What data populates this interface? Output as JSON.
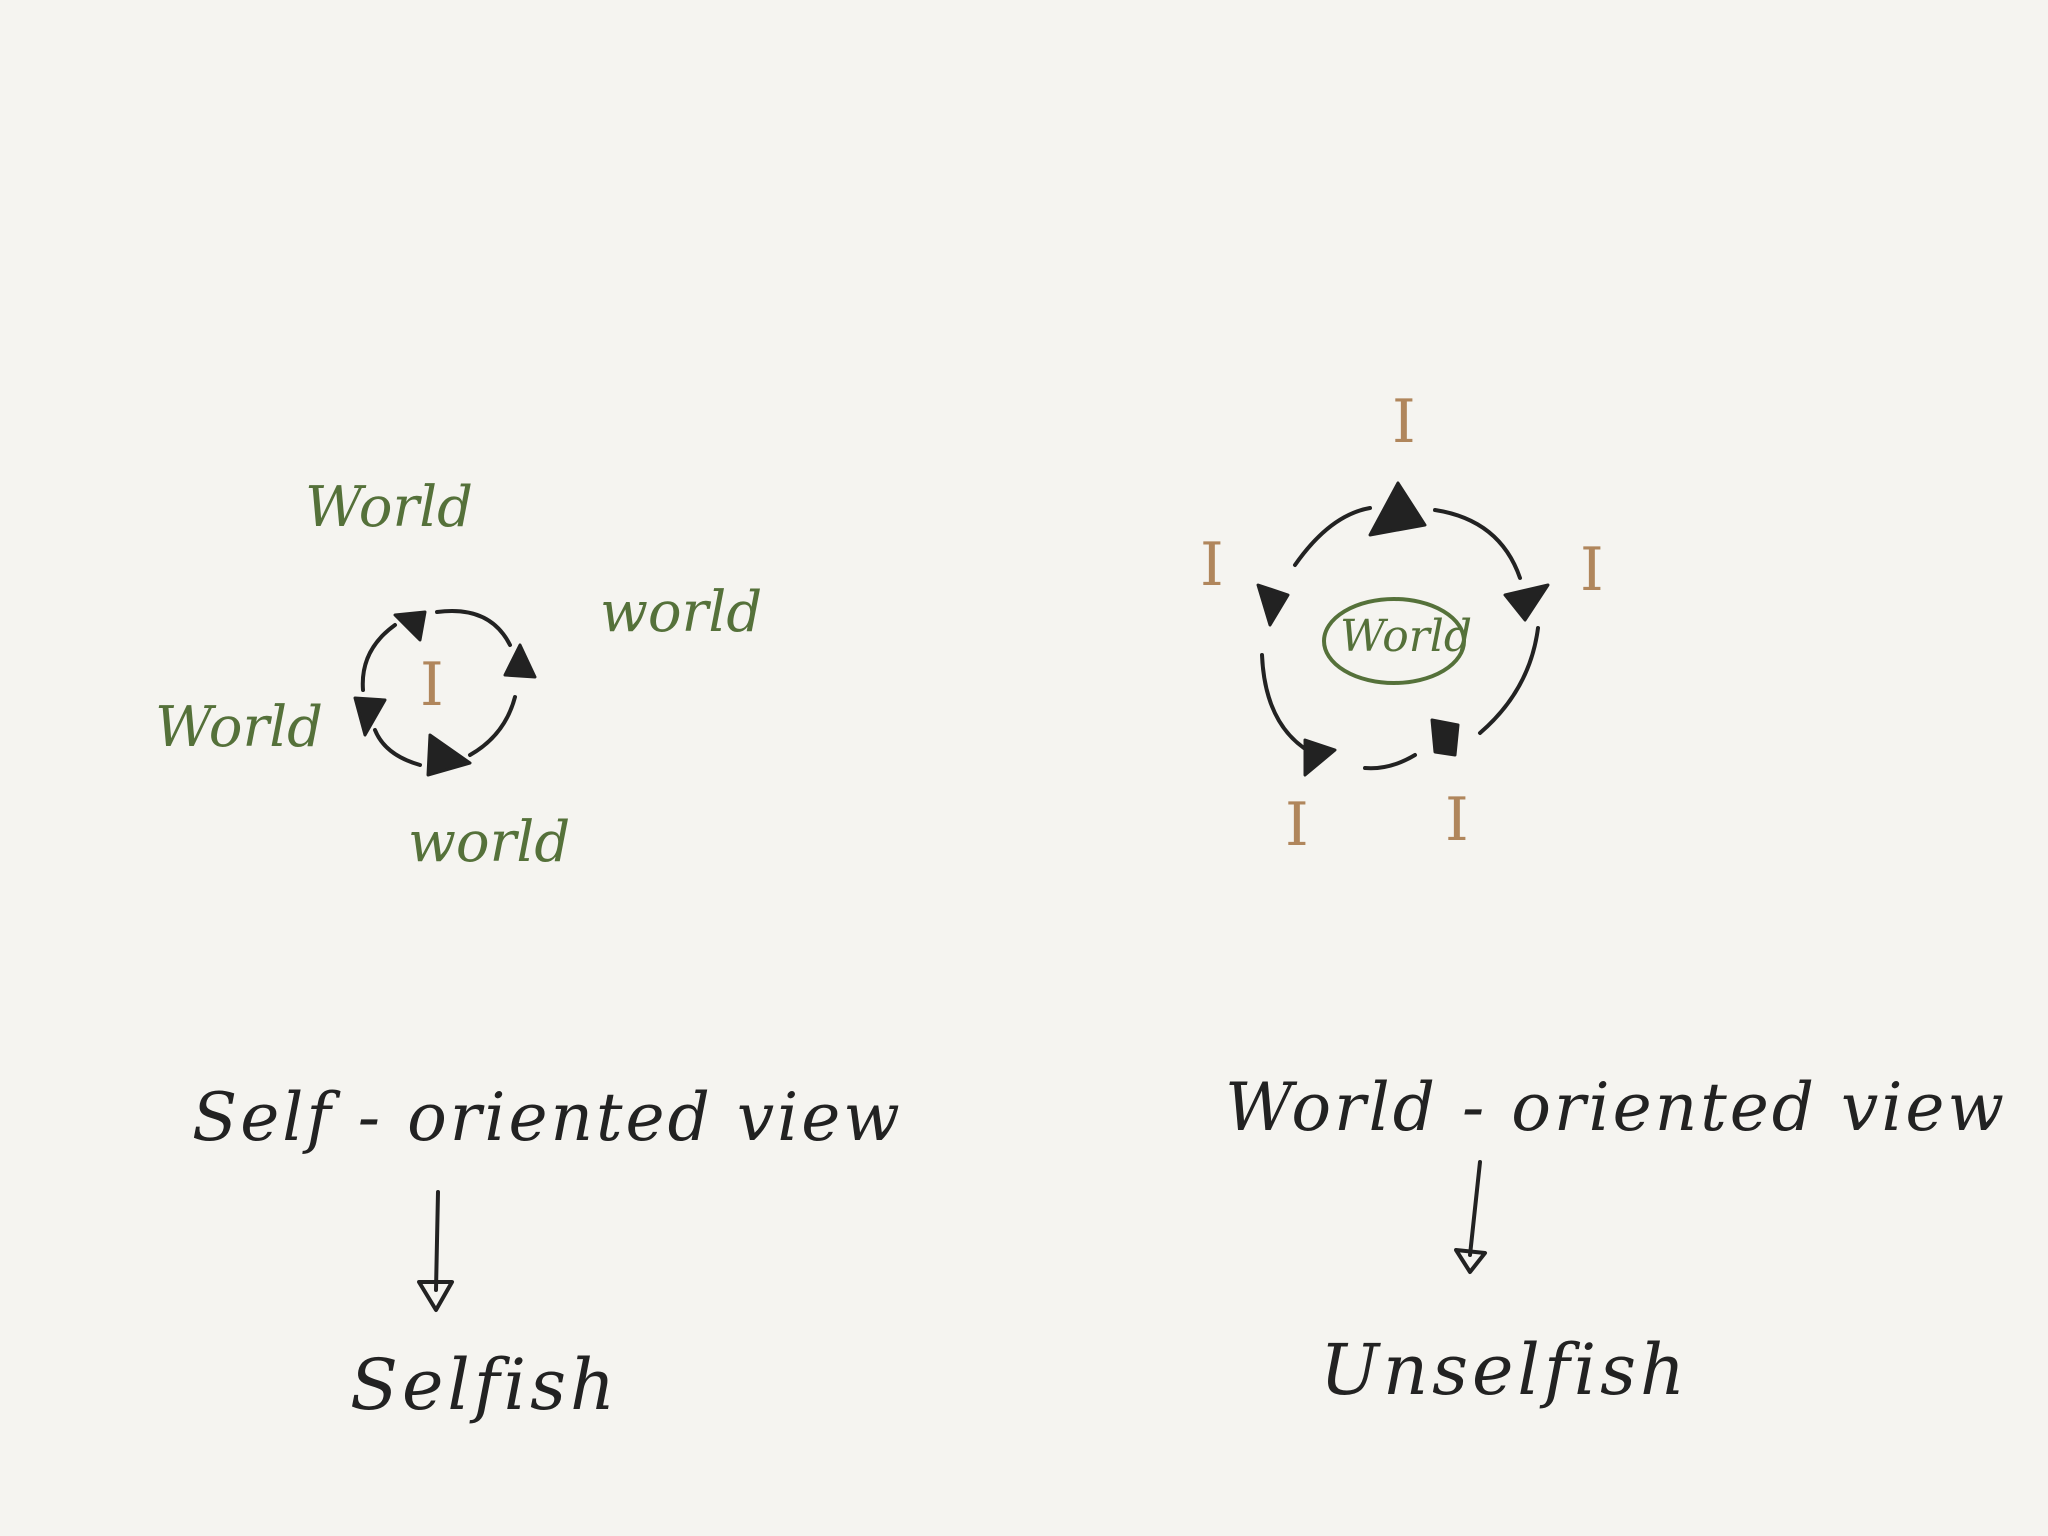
{
  "left": {
    "center_label": "I",
    "outer_labels": [
      "World",
      "world",
      "World",
      "world"
    ],
    "caption": "Self - oriented view",
    "result": "Selfish"
  },
  "right": {
    "center_label": "World",
    "outer_labels": [
      "I",
      "I",
      "I",
      "I",
      "I"
    ],
    "caption": "World - oriented view",
    "result": "Unselfish"
  },
  "colors": {
    "ink": "#222222",
    "world_green": "#55713a",
    "self_brown": "#b0865c",
    "background": "#f5f4f0"
  }
}
